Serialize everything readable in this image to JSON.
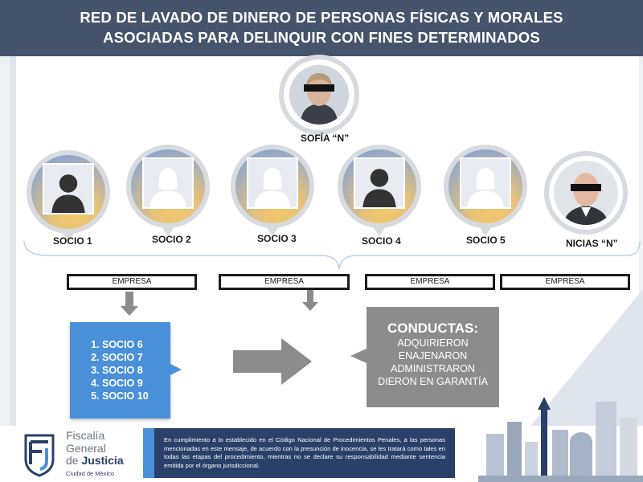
{
  "header": {
    "title_line1": "RED DE LAVADO DE DINERO DE PERSONAS FÍSICAS Y MORALES",
    "title_line2": "ASOCIADAS PARA DELINQUIR CON FINES DETERMINADOS"
  },
  "top_person": {
    "name": "SOFÍA “N”",
    "photo": "photo-portrait-icon"
  },
  "persons": [
    {
      "name": "SOCIO 1",
      "photo": "male-silhouette-icon"
    },
    {
      "name": "SOCIO 2",
      "photo": "female-silhouette-icon"
    },
    {
      "name": "SOCIO 3",
      "photo": "female-silhouette-icon"
    },
    {
      "name": "SOCIO 4",
      "photo": "male-silhouette-icon"
    },
    {
      "name": "SOCIO 5",
      "photo": "female-silhouette-icon"
    },
    {
      "name": "NICIAS “N”",
      "photo": "photo-portrait-icon"
    }
  ],
  "companies": [
    "EMPRESA",
    "EMPRESA",
    "EMPRESA",
    "EMPRESA"
  ],
  "socios_list": [
    "SOCIO 6",
    "SOCIO 7",
    "SOCIO 8",
    "SOCIO 9",
    "SOCIO 10"
  ],
  "conductas": {
    "title": "CONDUCTAS:",
    "items": [
      "ADQUIRIERON",
      "ENAJENARON",
      "ADMINISTRARON",
      "DIERON EN GARANTÍA"
    ]
  },
  "footer": {
    "org_line1": "Fiscalía",
    "org_line2": "General",
    "org_line3_prefix": "de ",
    "org_line3_bold": "Justicia",
    "org_line4": "Ciudad de México",
    "legal_text": "En cumplimiento a lo establecido en el Código Nacional de Procedimientos Penales, a las personas mencionadas en este mensaje, de acuerdo con la presunción de inocencia, se les tratará como tales en todas las etapas del procedimiento, mientras no se declare su responsabilidad mediante sentencia emitida por el órgano jurisdiccional."
  },
  "colors": {
    "header": "#46546b",
    "accent_blue": "#4a90d9",
    "conductas_gray": "#8c8c8c",
    "legal_navy": "#2b3f6b"
  }
}
